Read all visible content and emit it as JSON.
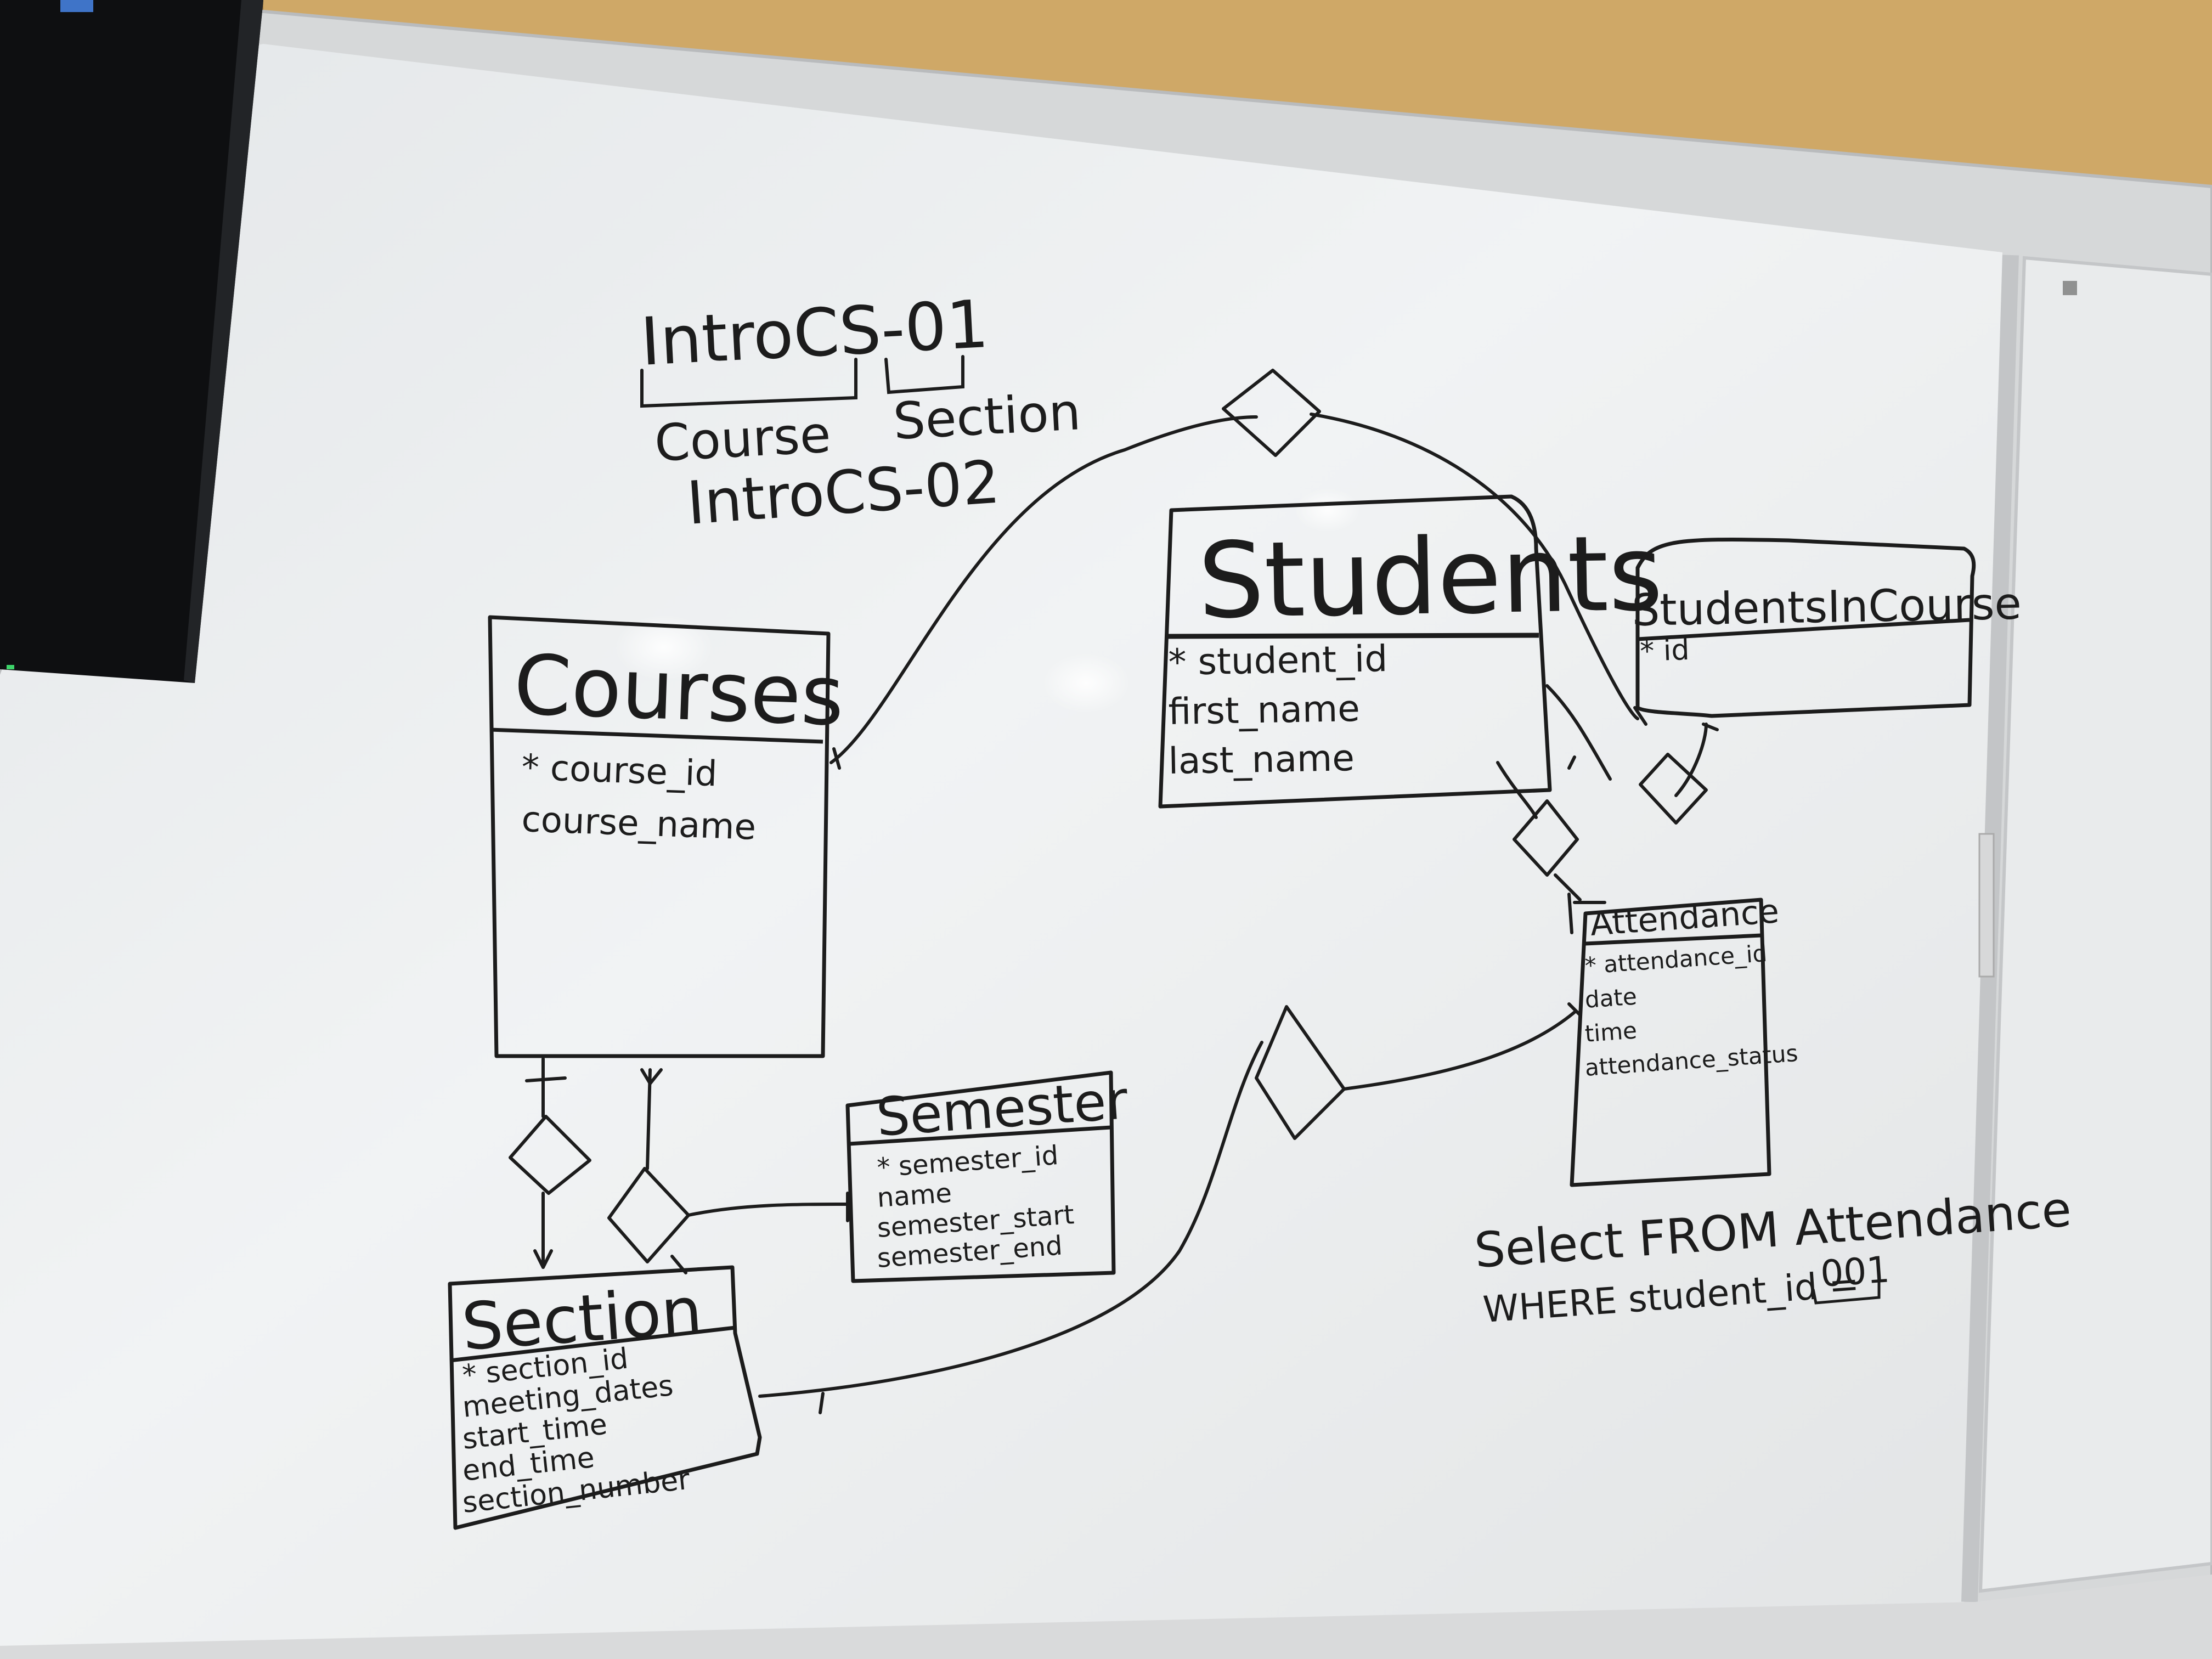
{
  "notes": {
    "example_code": "IntroCS-01",
    "course_part_label": "Course",
    "section_part_label": "Section",
    "example_code_2": "IntroCS-02"
  },
  "entities": {
    "courses": {
      "title": "Courses",
      "fields": [
        {
          "marker": "*",
          "name": "course_id"
        },
        {
          "marker": "",
          "name": "course_name"
        }
      ]
    },
    "students": {
      "title": "Students",
      "fields": [
        {
          "marker": "*",
          "name": "student_id"
        },
        {
          "marker": "",
          "name": "first_name"
        },
        {
          "marker": "",
          "name": "last_name"
        }
      ]
    },
    "students_in_course": {
      "title": "StudentsInCourse",
      "fields": [
        {
          "marker": "*",
          "name": "id"
        }
      ]
    },
    "attendance": {
      "title": "Attendance",
      "fields": [
        {
          "marker": "*",
          "name": "attendance_id"
        },
        {
          "marker": "",
          "name": "date"
        },
        {
          "marker": "",
          "name": "time"
        },
        {
          "marker": "",
          "name": "attendance_status"
        }
      ]
    },
    "semester": {
      "title": "Semester",
      "fields": [
        {
          "marker": "*",
          "name": "semester_id"
        },
        {
          "marker": "",
          "name": "name"
        },
        {
          "marker": "",
          "name": "semester_start"
        },
        {
          "marker": "",
          "name": "semester_end"
        }
      ]
    },
    "section": {
      "title": "Section",
      "fields": [
        {
          "marker": "*",
          "name": "section_id"
        },
        {
          "marker": "",
          "name": "meeting_dates"
        },
        {
          "marker": "",
          "name": "start_time"
        },
        {
          "marker": "",
          "name": "end_time"
        },
        {
          "marker": "",
          "name": "section_number"
        }
      ]
    }
  },
  "query": {
    "line1": "Select FROM Attendance",
    "line2_prefix": "WHERE student_id =",
    "line2_value": "001"
  },
  "colors": {
    "board": "#eef0f1",
    "ink": "#1c1c1c",
    "wall": "#c9a36a",
    "tv": "#0d0d0f",
    "frame": "#d9dadb"
  }
}
